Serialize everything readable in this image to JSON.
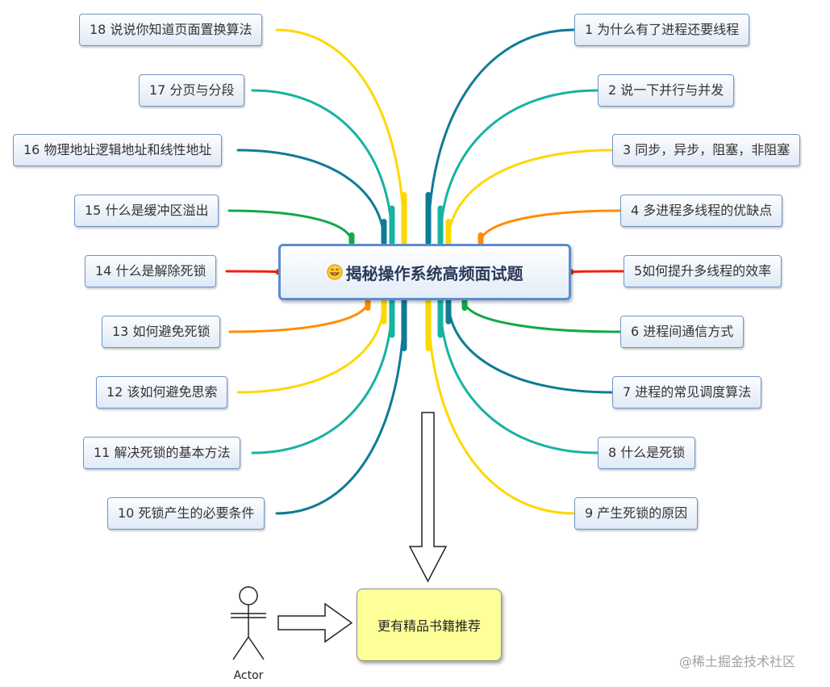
{
  "center_title": "揭秘操作系统高频面试题",
  "right_topics": [
    "1 为什么有了进程还要线程",
    "2 说一下并行与并发",
    "3 同步，异步，阻塞，非阻塞",
    "4 多进程多线程的优缺点",
    "5如何提升多线程的效率",
    "6 进程间通信方式",
    "7 进程的常见调度算法",
    "8 什么是死锁",
    "9 产生死锁的原因"
  ],
  "left_topics": [
    "18 说说你知道页面置换算法",
    "17 分页与分段",
    "16 物理地址逻辑地址和线性地址",
    "15 什么是缓冲区溢出",
    "14 什么是解除死锁",
    "13 如何避免死锁",
    "12 该如何避免思索",
    "11 解决死锁的基本方法",
    "10 死锁产生的必要条件"
  ],
  "recommend_label": "更有精品书籍推荐",
  "actor_label": "Actor",
  "watermark": "@稀土掘金技术社区",
  "colors": {
    "node_border": "#6f96c8",
    "center_border": "#5b8cd0",
    "recommend_fill": "#ffff99",
    "branch_colors": [
      "#0f7b96",
      "#17b3a0",
      "#ffd700",
      "#ff8c00",
      "#ee2211",
      "#13a84a",
      "#0f7b96",
      "#17b3a0",
      "#ffd700"
    ]
  },
  "icons": [
    "smiley-icon",
    "down-arrow-icon",
    "right-arrow-icon",
    "actor-icon"
  ]
}
